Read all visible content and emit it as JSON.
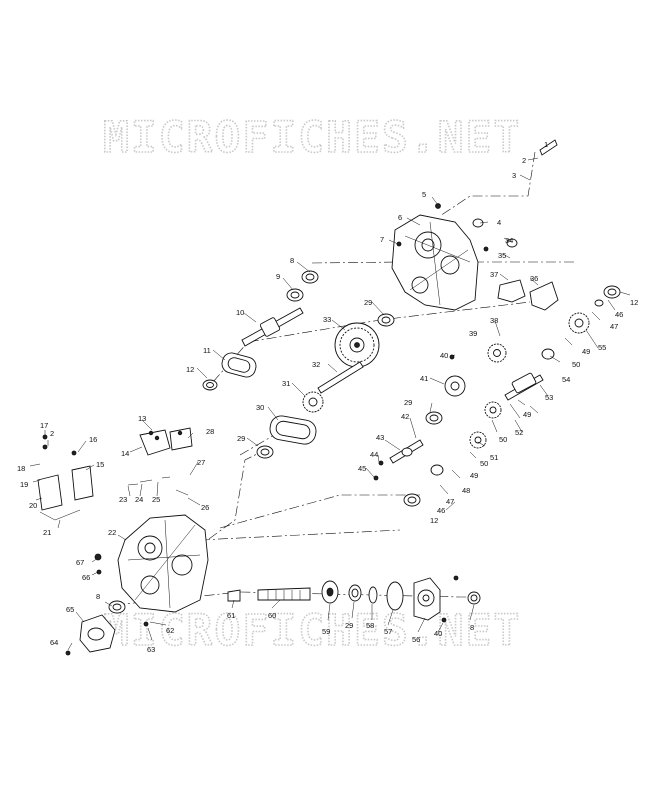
{
  "watermarks": [
    "MICROFICHES.NET",
    "MICROFICHES.NET"
  ],
  "callouts": [
    "1",
    "2",
    "3",
    "4",
    "5",
    "6",
    "7",
    "8",
    "9",
    "10",
    "11",
    "12",
    "13",
    "14",
    "15",
    "16",
    "17",
    "18",
    "19",
    "20",
    "21",
    "22",
    "23",
    "24",
    "25",
    "26",
    "27",
    "28",
    "29",
    "30",
    "31",
    "32",
    "33",
    "34",
    "35",
    "36",
    "37",
    "38",
    "39",
    "40",
    "41",
    "42",
    "43",
    "44",
    "45",
    "46",
    "47",
    "48",
    "49",
    "50",
    "51",
    "52",
    "53",
    "54",
    "55",
    "56",
    "57",
    "58",
    "59",
    "60",
    "61",
    "62",
    "63",
    "64",
    "65",
    "66",
    "67"
  ],
  "callout_placements": [
    {
      "n": "1"
    },
    {
      "n": "2"
    },
    {
      "n": "2"
    },
    {
      "n": "3"
    },
    {
      "n": "4"
    },
    {
      "n": "5"
    },
    {
      "n": "6"
    },
    {
      "n": "7"
    },
    {
      "n": "8"
    },
    {
      "n": "8"
    },
    {
      "n": "8"
    },
    {
      "n": "9"
    },
    {
      "n": "10"
    },
    {
      "n": "11"
    },
    {
      "n": "12"
    },
    {
      "n": "12"
    },
    {
      "n": "12"
    },
    {
      "n": "13"
    },
    {
      "n": "14"
    },
    {
      "n": "15"
    },
    {
      "n": "16"
    },
    {
      "n": "17"
    },
    {
      "n": "18"
    },
    {
      "n": "19"
    },
    {
      "n": "20"
    },
    {
      "n": "21"
    },
    {
      "n": "22"
    },
    {
      "n": "23"
    },
    {
      "n": "24"
    },
    {
      "n": "25"
    },
    {
      "n": "26"
    },
    {
      "n": "27"
    },
    {
      "n": "28"
    },
    {
      "n": "29"
    },
    {
      "n": "29"
    },
    {
      "n": "29"
    },
    {
      "n": "29"
    },
    {
      "n": "30"
    },
    {
      "n": "31"
    },
    {
      "n": "32"
    },
    {
      "n": "33"
    },
    {
      "n": "34"
    },
    {
      "n": "35"
    },
    {
      "n": "36"
    },
    {
      "n": "37"
    },
    {
      "n": "38"
    },
    {
      "n": "39"
    },
    {
      "n": "40"
    },
    {
      "n": "40"
    },
    {
      "n": "41"
    },
    {
      "n": "42"
    },
    {
      "n": "43"
    },
    {
      "n": "44"
    },
    {
      "n": "45"
    },
    {
      "n": "46"
    },
    {
      "n": "46"
    },
    {
      "n": "47"
    },
    {
      "n": "47"
    },
    {
      "n": "48"
    },
    {
      "n": "49"
    },
    {
      "n": "49"
    },
    {
      "n": "49"
    },
    {
      "n": "50"
    },
    {
      "n": "50"
    },
    {
      "n": "50"
    },
    {
      "n": "51"
    },
    {
      "n": "52"
    },
    {
      "n": "53"
    },
    {
      "n": "54"
    },
    {
      "n": "55"
    },
    {
      "n": "56"
    },
    {
      "n": "57"
    },
    {
      "n": "58"
    },
    {
      "n": "59"
    },
    {
      "n": "60"
    },
    {
      "n": "61"
    },
    {
      "n": "62"
    },
    {
      "n": "63"
    },
    {
      "n": "64"
    },
    {
      "n": "65"
    },
    {
      "n": "66"
    },
    {
      "n": "67"
    }
  ]
}
